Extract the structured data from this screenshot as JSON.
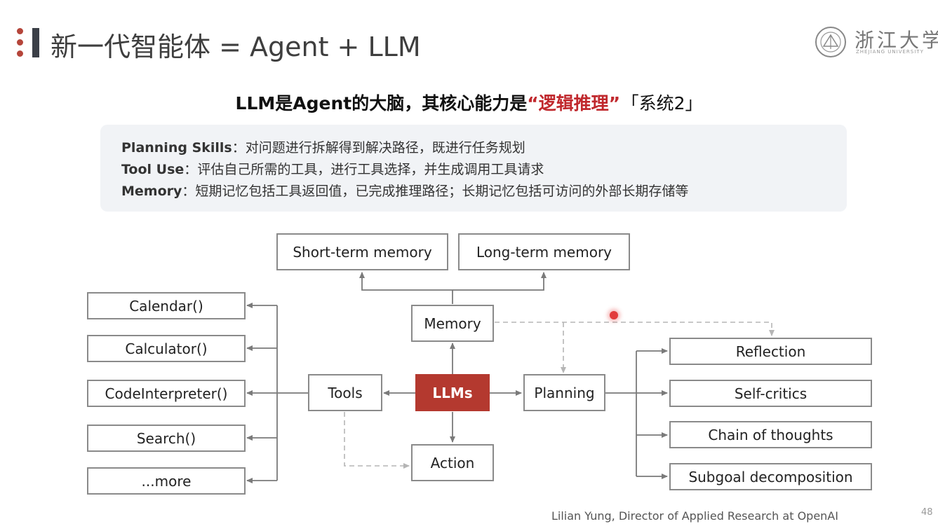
{
  "header": {
    "title": "新一代智能体 = Agent + LLM",
    "logo_text": "浙江大学",
    "logo_sub": "ZHEJIANG UNIVERSITY"
  },
  "subtitle": {
    "main": "LLM是Agent的大脑，其核心能力是",
    "highlight": "“逻辑推理”",
    "system": "「系统2」"
  },
  "info": [
    {
      "key": "Planning Skills",
      "sep": "：",
      "text": "对问题进行拆解得到解决路径，既进行任务规划"
    },
    {
      "key": "Tool Use",
      "sep": "：",
      "text": "评估自己所需的工具，进行工具选择，并生成调用工具请求"
    },
    {
      "key": "Memory",
      "sep": "：",
      "text": "短期记忆包括工具返回值，已完成推理路径；长期记忆包括可访问的外部长期存储等"
    }
  ],
  "diagram": {
    "center": "LLMs",
    "memory": "Memory",
    "tools": "Tools",
    "planning": "Planning",
    "action": "Action",
    "memory_children": [
      "Short-term memory",
      "Long-term memory"
    ],
    "tool_children": [
      "Calendar()",
      "Calculator()",
      "CodeInterpreter()",
      "Search()",
      "...more"
    ],
    "planning_children": [
      "Reflection",
      "Self-critics",
      "Chain of thoughts",
      "Subgoal decomposition"
    ]
  },
  "footer": {
    "source": "Lilian Yung, Director of Applied Research at OpenAI",
    "page": "48"
  },
  "colors": {
    "accent": "#b4392f",
    "highlight_text": "#c0282d",
    "box_border": "#8a8a8a",
    "info_bg": "#f1f3f6"
  }
}
